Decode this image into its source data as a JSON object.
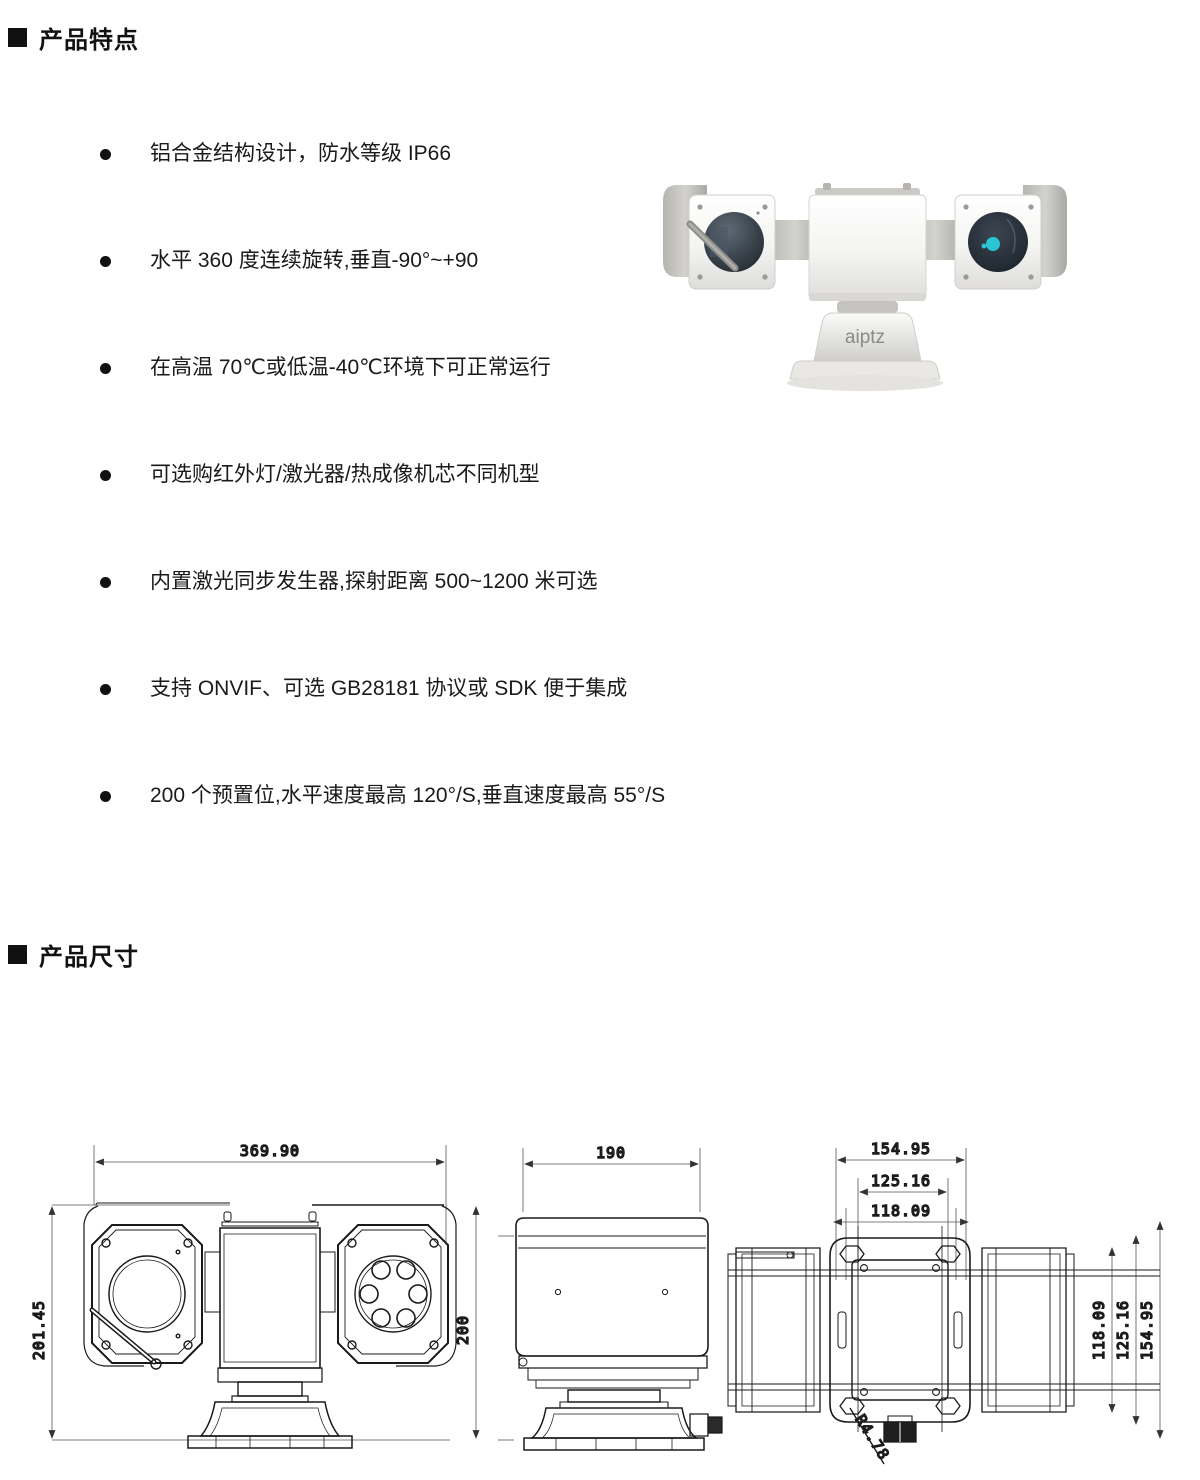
{
  "sections": {
    "features_title": "产品特点",
    "dimensions_title": "产品尺寸"
  },
  "features": [
    {
      "text": "铝合金结构设计，防水等级 IP66"
    },
    {
      "text": "水平 360 度连续旋转,垂直-90°~+90"
    },
    {
      "text": "在高温 70℃或低温-40℃环境下可正常运行"
    },
    {
      "text": "可选购红外灯/激光器/热成像机芯不同机型"
    },
    {
      "text": "内置激光同步发生器,探射距离 500~1200 米可选"
    },
    {
      "text": "支持 ONVIF、可选 GB28181 协议或 SDK 便于集成"
    },
    {
      "text": "200 个预置位,水平速度最高 120°/S,垂直速度最高 55°/S"
    }
  ],
  "product_photo": {
    "brand_label": "aiptz",
    "body_color": "#f2f2f0",
    "shadow_color": "#b9b8b4",
    "lens_color": "#2b3138",
    "accent_color": "#2bc4d4"
  },
  "drawings": {
    "front_view": {
      "name": "front-view",
      "width_label": "369.90",
      "height_left_label": "201.45",
      "height_right_label": "200",
      "led_count": 6
    },
    "side_view": {
      "name": "side-view",
      "width_label": "190"
    },
    "top_view": {
      "name": "top-view",
      "top_labels": [
        "154.95",
        "125.16",
        "118.09"
      ],
      "right_labels": [
        "118.09",
        "125.16",
        "154.95"
      ],
      "radius_label": "R4.78"
    },
    "line_color": "#1a1a1a",
    "dim_color": "#6e6e6e"
  }
}
